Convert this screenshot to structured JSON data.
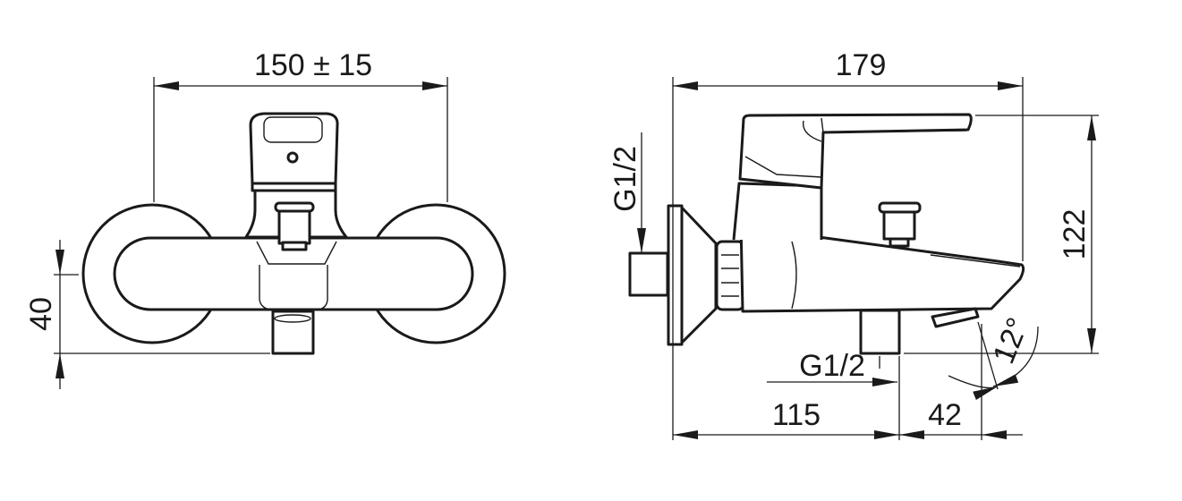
{
  "front_view": {
    "width_dimension": "150 ± 15",
    "height_dimension": "40"
  },
  "side_view": {
    "length_dimension": "179",
    "height_dimension": "122",
    "inlet_thread": "G1/2",
    "outlet_thread": "G1/2",
    "spout_angle": "12°",
    "wall_to_outlet": "115",
    "outlet_to_spout": "42"
  },
  "colors": {
    "line": "#1a1a1a",
    "background": "#ffffff"
  }
}
